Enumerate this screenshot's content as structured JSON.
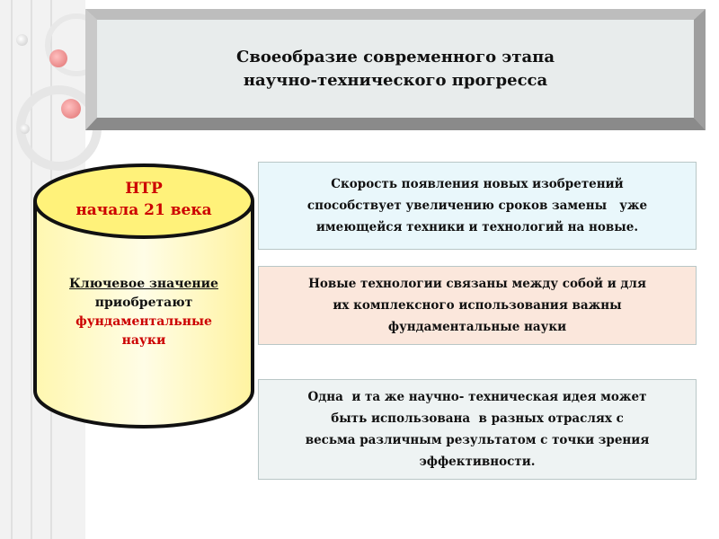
{
  "title": {
    "line1": "Своеобразие современного этапа",
    "line2": "научно-технического прогресса"
  },
  "cylinder": {
    "top_line1": "НТР",
    "top_line2": "начала 21 века",
    "body_line1": "Ключевое значение",
    "body_line2": "приобретают",
    "body_line3": "фундаментальные",
    "body_line4": "науки"
  },
  "box1": {
    "line1": "Скорость появления новых изобретений",
    "line2": "способствует увеличению сроков замены   уже",
    "line3": "имеющейся техники и технологий на новые."
  },
  "box2": {
    "line1": "Новые технологии связаны между собой и для",
    "line2": "их комплексного использования важны",
    "line3": "фундаментальные науки"
  },
  "box3": {
    "line1": "Одна  и та же научно- техническая идея может",
    "line2": "быть использована  в разных отраслях с",
    "line3": "весьма различным результатом с точки зрения",
    "line4": "эффективности."
  },
  "colors": {
    "red_text": "#cc0000",
    "cyl_fill": "#fffde0",
    "cyl_top": "#fff27a",
    "box1_bg": "#e9f7fb",
    "box2_bg": "#fbe7dc",
    "box3_bg": "#eef3f3"
  }
}
